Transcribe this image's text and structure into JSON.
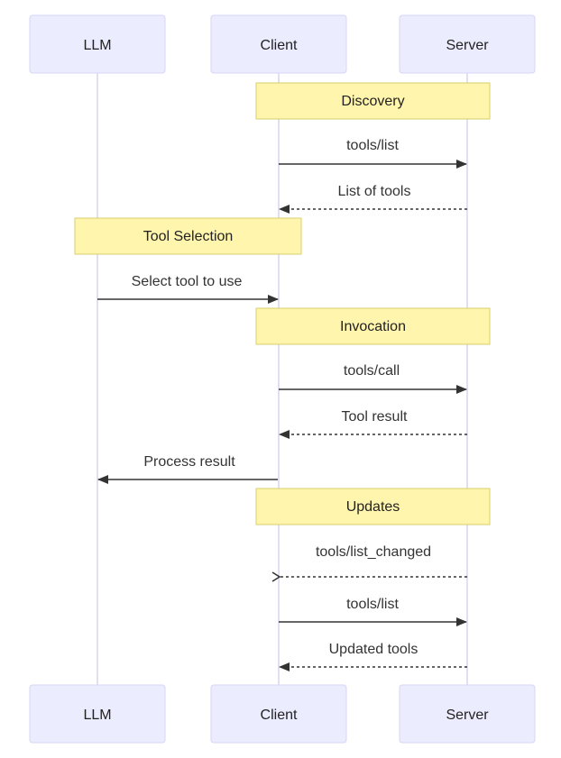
{
  "participants": [
    {
      "id": "llm",
      "label": "LLM"
    },
    {
      "id": "client",
      "label": "Client"
    },
    {
      "id": "server",
      "label": "Server"
    }
  ],
  "notes": [
    {
      "label": "Discovery"
    },
    {
      "label": "Tool Selection"
    },
    {
      "label": "Invocation"
    },
    {
      "label": "Updates"
    }
  ],
  "messages": [
    {
      "label": "tools/list",
      "from": "client",
      "to": "server",
      "style": "solid",
      "arrow": "filled"
    },
    {
      "label": "List of tools",
      "from": "server",
      "to": "client",
      "style": "dashed",
      "arrow": "filled"
    },
    {
      "label": "Select tool to use",
      "from": "llm",
      "to": "client",
      "style": "solid",
      "arrow": "filled"
    },
    {
      "label": "tools/call",
      "from": "client",
      "to": "server",
      "style": "solid",
      "arrow": "filled"
    },
    {
      "label": "Tool result",
      "from": "server",
      "to": "client",
      "style": "dashed",
      "arrow": "filled"
    },
    {
      "label": "Process result",
      "from": "client",
      "to": "llm",
      "style": "solid",
      "arrow": "filled"
    },
    {
      "label": "tools/list_changed",
      "from": "server",
      "to": "client",
      "style": "dashed",
      "arrow": "open"
    },
    {
      "label": "tools/list",
      "from": "client",
      "to": "server",
      "style": "solid",
      "arrow": "filled"
    },
    {
      "label": "Updated tools",
      "from": "server",
      "to": "client",
      "style": "dashed",
      "arrow": "filled"
    }
  ]
}
